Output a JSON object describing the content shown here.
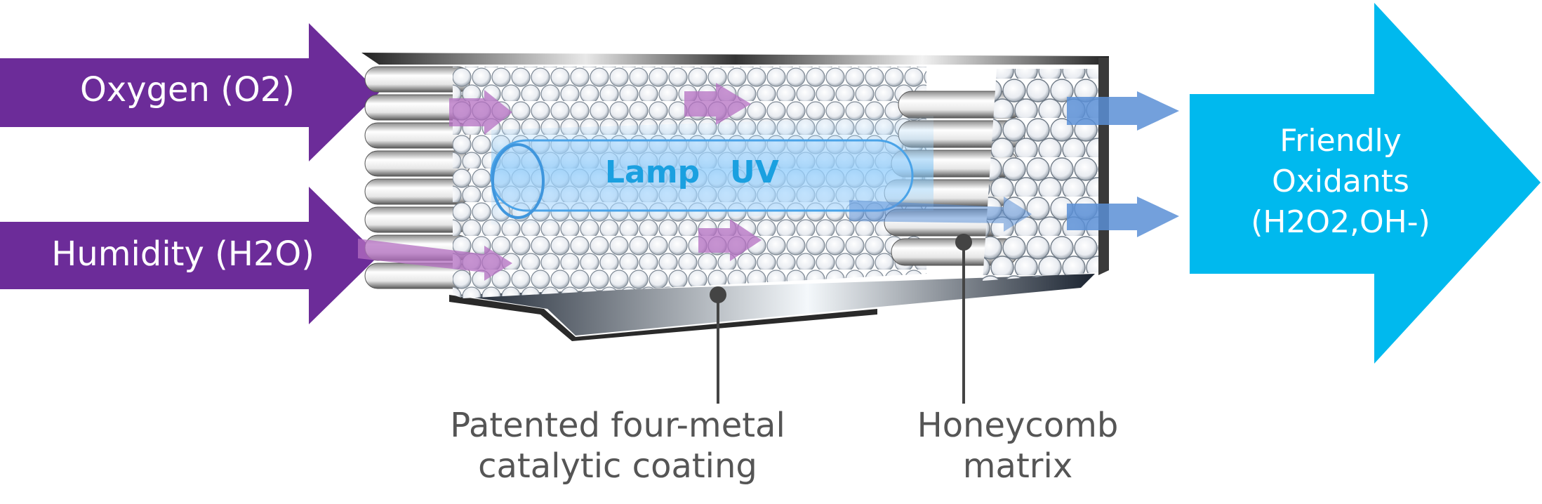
{
  "inputs": {
    "oxygen": "Oxygen  (O2)",
    "humidity": "Humidity (H2O)"
  },
  "lamp": {
    "word1": "Lamp",
    "word2": "UV"
  },
  "output": {
    "line1": "Friendly",
    "line2": "Oxidants",
    "line3": "(H2O2,OH-)"
  },
  "callouts": {
    "coating": {
      "line1": "Patented four-metal",
      "line2": "catalytic coating"
    },
    "matrix": {
      "line1": "Honeycomb",
      "line2": "matrix"
    }
  },
  "colors": {
    "input_arrow": "#6c2c99",
    "output_arrow": "#00b9ee",
    "lamp_text": "#1aa0e0",
    "callout_text": "#555555",
    "flow_arrow_in": "#b46fc2",
    "flow_arrow_out": "#5b8fd6"
  }
}
